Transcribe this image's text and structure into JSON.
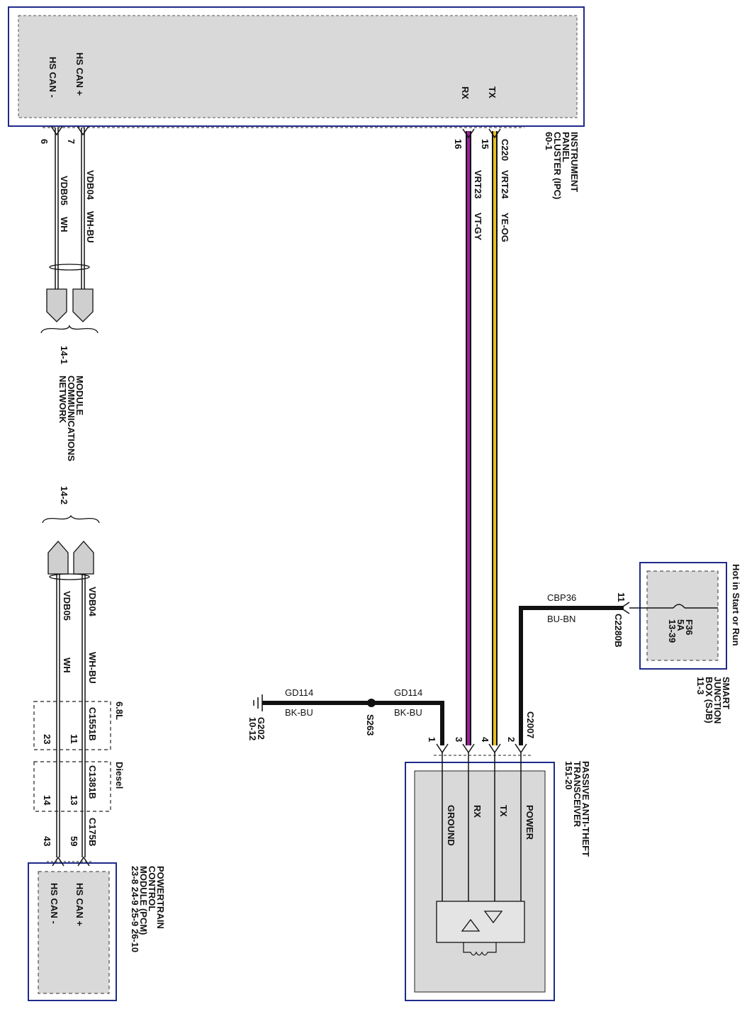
{
  "modules": {
    "ipc": {
      "title_lines": [
        "INSTRUMENT",
        "PANEL",
        "CLUSTER (IPC)",
        "60-1"
      ],
      "pins": {
        "hs_can_minus": "HS CAN -",
        "hs_can_plus": "HS CAN +",
        "rx": "RX",
        "tx": "TX"
      },
      "connector": "C220"
    },
    "pats": {
      "title_lines": [
        "PASSIVE ANTI-THEFT",
        "TRANSCEIVER",
        "151-20"
      ],
      "pins": {
        "ground": "GROUND",
        "rx": "RX",
        "tx": "TX",
        "power": "POWER"
      },
      "connector": "C2007"
    },
    "pcm": {
      "title_lines": [
        "POWERTRAIN",
        "CONTROL",
        "MODULE (PCM)",
        "23-8   24-9   25-9   26-10"
      ],
      "pins": {
        "hs_can_plus": "HS CAN +",
        "hs_can_minus": "HS CAN -"
      }
    },
    "sjb": {
      "title_lines": [
        "SMART",
        "JUNCTION",
        "BOX (SJB)",
        "11-3"
      ],
      "header": "Hot in Start or Run",
      "fuse_lines": [
        "F36",
        "5A",
        "13-39"
      ],
      "connector": "C2280B",
      "pin": "11"
    }
  },
  "wires": {
    "vdb05": {
      "circuit": "VDB05",
      "color": "WH"
    },
    "vdb04": {
      "circuit": "VDB04",
      "color": "WH-BU"
    },
    "vrt23": {
      "circuit": "VRT23",
      "color": "VT-GY",
      "hex": "#9b1fa0"
    },
    "vrt24": {
      "circuit": "VRT24",
      "color": "YE-OG",
      "hex": "#e8c020"
    },
    "cbp36": {
      "circuit": "CBP36",
      "color": "BU-BN"
    },
    "gd114": {
      "circuit": "GD114",
      "color": "BK-BU"
    }
  },
  "pins": {
    "ipc_6": "6",
    "ipc_7": "7",
    "ipc_16": "16",
    "ipc_15": "15",
    "pats_1": "1",
    "pats_3": "3",
    "pats_4": "4",
    "pats_2": "2",
    "pcm_43": "43",
    "pcm_59": "59",
    "c1551b_23": "23",
    "c1551b_11": "11",
    "c1381b_14": "14",
    "c1381b_13": "13"
  },
  "network": {
    "ref_top": "14-1",
    "ref_bottom": "14-2",
    "label_lines": [
      "MODULE",
      "COMMUNICATIONS",
      "NETWORK"
    ]
  },
  "inline_connectors": {
    "c1551b": {
      "name": "C1551B",
      "option": "6.8L"
    },
    "c1381b": {
      "name": "C1381B",
      "option": "Diesel"
    },
    "c175b": {
      "name": "C175B"
    }
  },
  "ground": {
    "splice": "S263",
    "ground": "G202",
    "ref": "10-12"
  }
}
